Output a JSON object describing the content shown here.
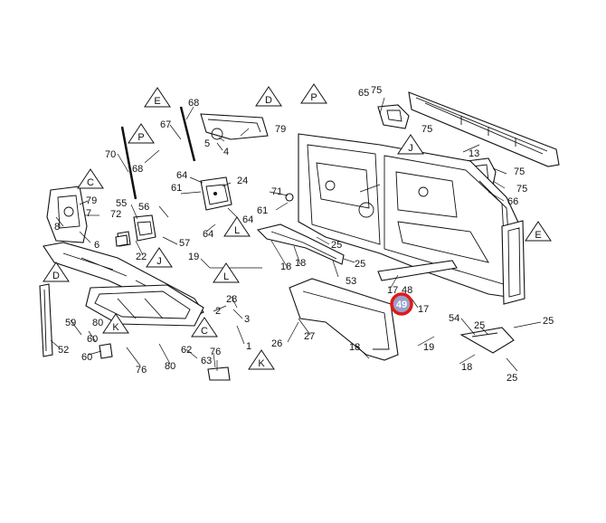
{
  "diagram": {
    "callouts": [
      "65",
      "75",
      "75",
      "68",
      "67",
      "79",
      "70",
      "68",
      "4",
      "5",
      "13",
      "75",
      "75",
      "66",
      "64",
      "61",
      "24",
      "64",
      "64",
      "71",
      "61",
      "55",
      "56",
      "79",
      "7",
      "72",
      "8",
      "6",
      "57",
      "22",
      "19",
      "25",
      "25",
      "18",
      "18",
      "53",
      "17",
      "48",
      "17",
      "54",
      "25",
      "25",
      "19",
      "18",
      "25",
      "27",
      "26",
      "18",
      "3",
      "28",
      "2",
      "1",
      "59",
      "80",
      "60",
      "60",
      "52",
      "62",
      "76",
      "63",
      "76",
      "80"
    ],
    "view_markers": [
      "E",
      "P",
      "D",
      "J",
      "C",
      "E",
      "L",
      "J",
      "D",
      "K",
      "L",
      "C",
      "K",
      "P"
    ],
    "highlighted_callout": "49"
  },
  "colors": {
    "highlight_ring": "#e01818",
    "highlight_fill": "#9aa0c8"
  }
}
